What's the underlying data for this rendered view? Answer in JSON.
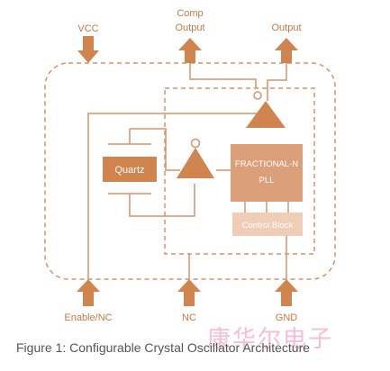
{
  "labels": {
    "vcc": "VCC",
    "comp_output_line1": "Comp",
    "comp_output_line2": "Output",
    "output": "Output",
    "quartz": "Quartz",
    "pll_line1": "FRACTIONAL-N",
    "pll_line2": "PLL",
    "control_block": "Control Block",
    "enable_nc": "Enable/NC",
    "nc": "NC",
    "gnd": "GND"
  },
  "caption": "Figure 1: Configurable Crystal Oscillator Architecture",
  "watermark": "康华尔电子",
  "colors": {
    "stroke": "#d9926a",
    "fill_dark": "#d0854f",
    "fill_pll": "#dba07a",
    "fill_control": "#f0cdb6",
    "text": "#c77a45"
  }
}
